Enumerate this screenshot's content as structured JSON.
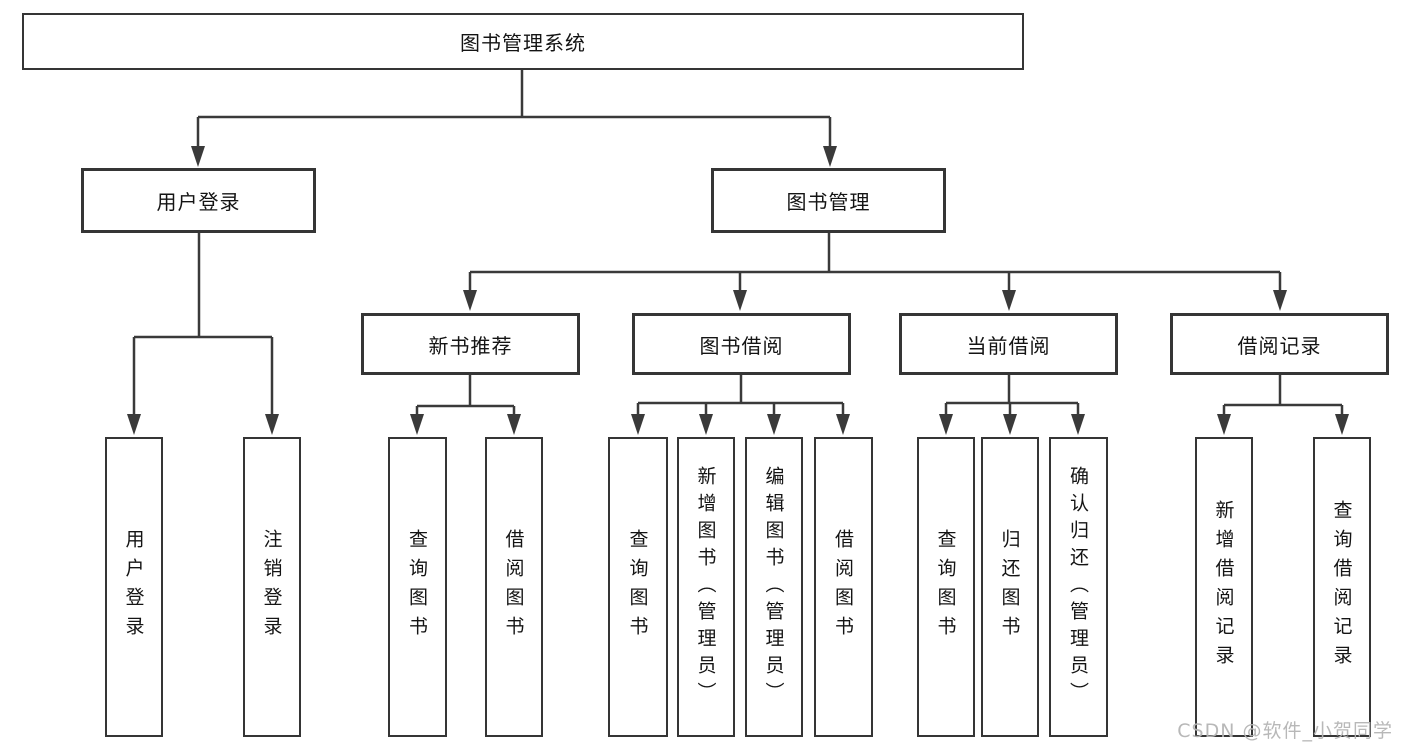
{
  "diagram": {
    "root": {
      "label": "图书管理系统"
    },
    "level2": [
      {
        "label": "用户登录"
      },
      {
        "label": "图书管理"
      }
    ],
    "level3": [
      {
        "label": "新书推荐"
      },
      {
        "label": "图书借阅"
      },
      {
        "label": "当前借阅"
      },
      {
        "label": "借阅记录"
      }
    ],
    "leaves": {
      "user_login": [
        {
          "label": "用户登录"
        },
        {
          "label": "注销登录"
        }
      ],
      "new_book": [
        {
          "label": "查询图书"
        },
        {
          "label": "借阅图书"
        }
      ],
      "book_borrow": [
        {
          "label": "查询图书"
        },
        {
          "label": "新增图书（管理员）"
        },
        {
          "label": "编辑图书（管理员）"
        },
        {
          "label": "借阅图书"
        }
      ],
      "current_borrow": [
        {
          "label": "查询图书"
        },
        {
          "label": "归还图书"
        },
        {
          "label": "确认归还（管理员）"
        }
      ],
      "borrow_record": [
        {
          "label": "新增借阅记录"
        },
        {
          "label": "查询借阅记录"
        }
      ]
    },
    "colors": {
      "border": "#353535",
      "line": "#3a3a3a",
      "text": "#141414",
      "watermark": "#b5b5b5"
    }
  },
  "watermark": {
    "text": "CSDN @软件_小贺同学"
  }
}
